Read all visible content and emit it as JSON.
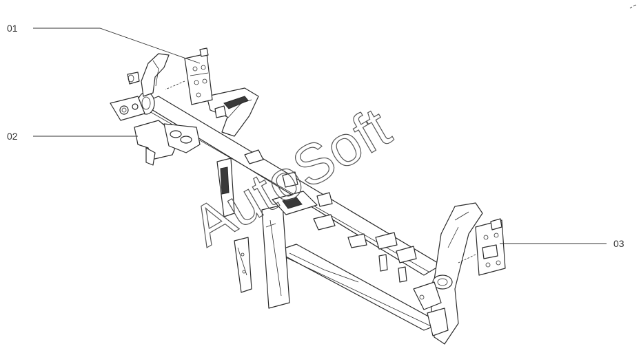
{
  "callouts": [
    {
      "id": "01",
      "label": "01"
    },
    {
      "id": "02",
      "label": "02"
    },
    {
      "id": "03",
      "label": "03"
    }
  ],
  "watermark": {
    "text": "AutoSoft"
  },
  "colors": {
    "line": "#2b2b2b",
    "background": "#ffffff",
    "label": "#333333"
  }
}
